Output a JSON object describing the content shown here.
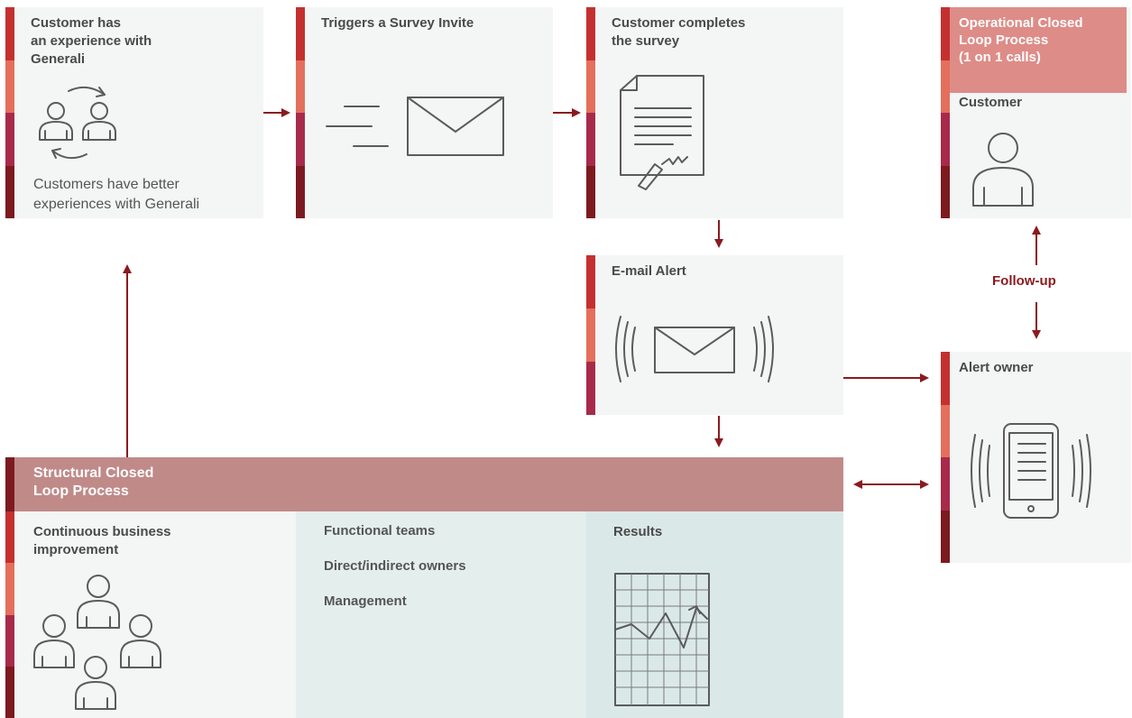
{
  "boxes": {
    "experience": {
      "title": "Customer has\nan experience with\nGenerali",
      "description": "Customers have better\nexperiences with Generali"
    },
    "invite": {
      "title": "Triggers a Survey Invite"
    },
    "complete": {
      "title": "Customer completes\nthe survey"
    },
    "email_alert": {
      "title": "E-mail Alert"
    },
    "alert_owner": {
      "title": "Alert owner"
    },
    "operational": {
      "header": "Operational Closed\nLoop Process\n(1 on 1 calls)",
      "title": "Customer"
    }
  },
  "follow_up": "Follow-up",
  "structural": {
    "header": "Structural Closed\nLoop Process",
    "continuous": "Continuous business\nimprovement",
    "teams": [
      "Functional teams",
      "Direct/indirect owners",
      "Management"
    ],
    "results": "Results"
  },
  "colors": {
    "stripe": [
      "#c4302f",
      "#e46f5c",
      "#a82a4a",
      "#7c1a20"
    ],
    "arrow": "#8b1a1f",
    "structural_header": "#c08a89",
    "operational_header": "#de8c88",
    "panel_light": "#f4f5f5",
    "panel_teal": "#e4eeed",
    "panel_teal_dark": "#dae9e8"
  },
  "icons": [
    "customers-exchange-icon",
    "envelope-icon",
    "signed-document-icon",
    "vibrating-envelope-icon",
    "vibrating-phone-icon",
    "person-icon",
    "group-icon",
    "chart-icon"
  ]
}
